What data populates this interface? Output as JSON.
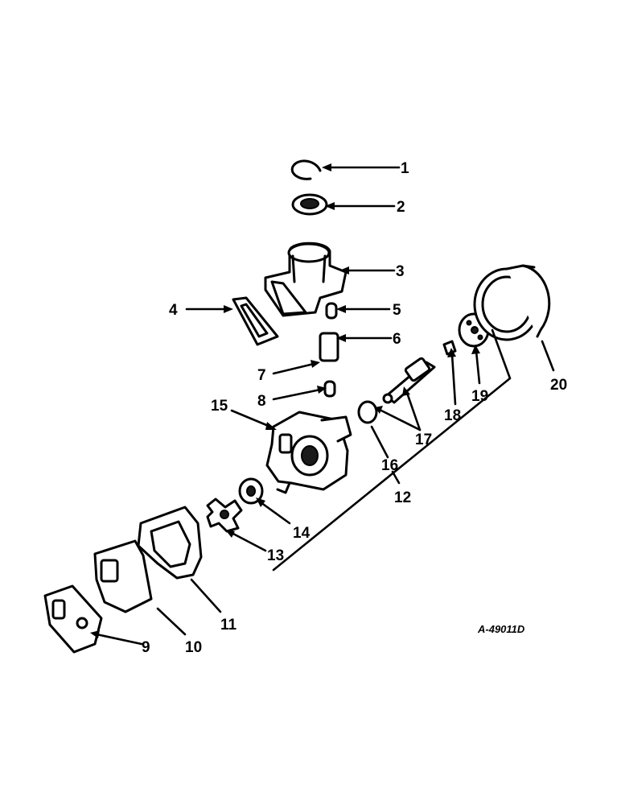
{
  "callouts": [
    {
      "id": "1",
      "label": "1"
    },
    {
      "id": "2",
      "label": "2"
    },
    {
      "id": "3",
      "label": "3"
    },
    {
      "id": "4",
      "label": "4"
    },
    {
      "id": "5",
      "label": "5"
    },
    {
      "id": "6",
      "label": "6"
    },
    {
      "id": "7",
      "label": "7"
    },
    {
      "id": "8",
      "label": "8"
    },
    {
      "id": "9",
      "label": "9"
    },
    {
      "id": "10",
      "label": "10"
    },
    {
      "id": "11",
      "label": "11"
    },
    {
      "id": "12",
      "label": "12"
    },
    {
      "id": "13",
      "label": "13"
    },
    {
      "id": "14",
      "label": "14"
    },
    {
      "id": "15",
      "label": "15"
    },
    {
      "id": "16",
      "label": "16"
    },
    {
      "id": "17",
      "label": "17"
    },
    {
      "id": "18",
      "label": "18"
    },
    {
      "id": "19",
      "label": "19"
    },
    {
      "id": "20",
      "label": "20"
    }
  ],
  "drawing_number": "A-49011D"
}
